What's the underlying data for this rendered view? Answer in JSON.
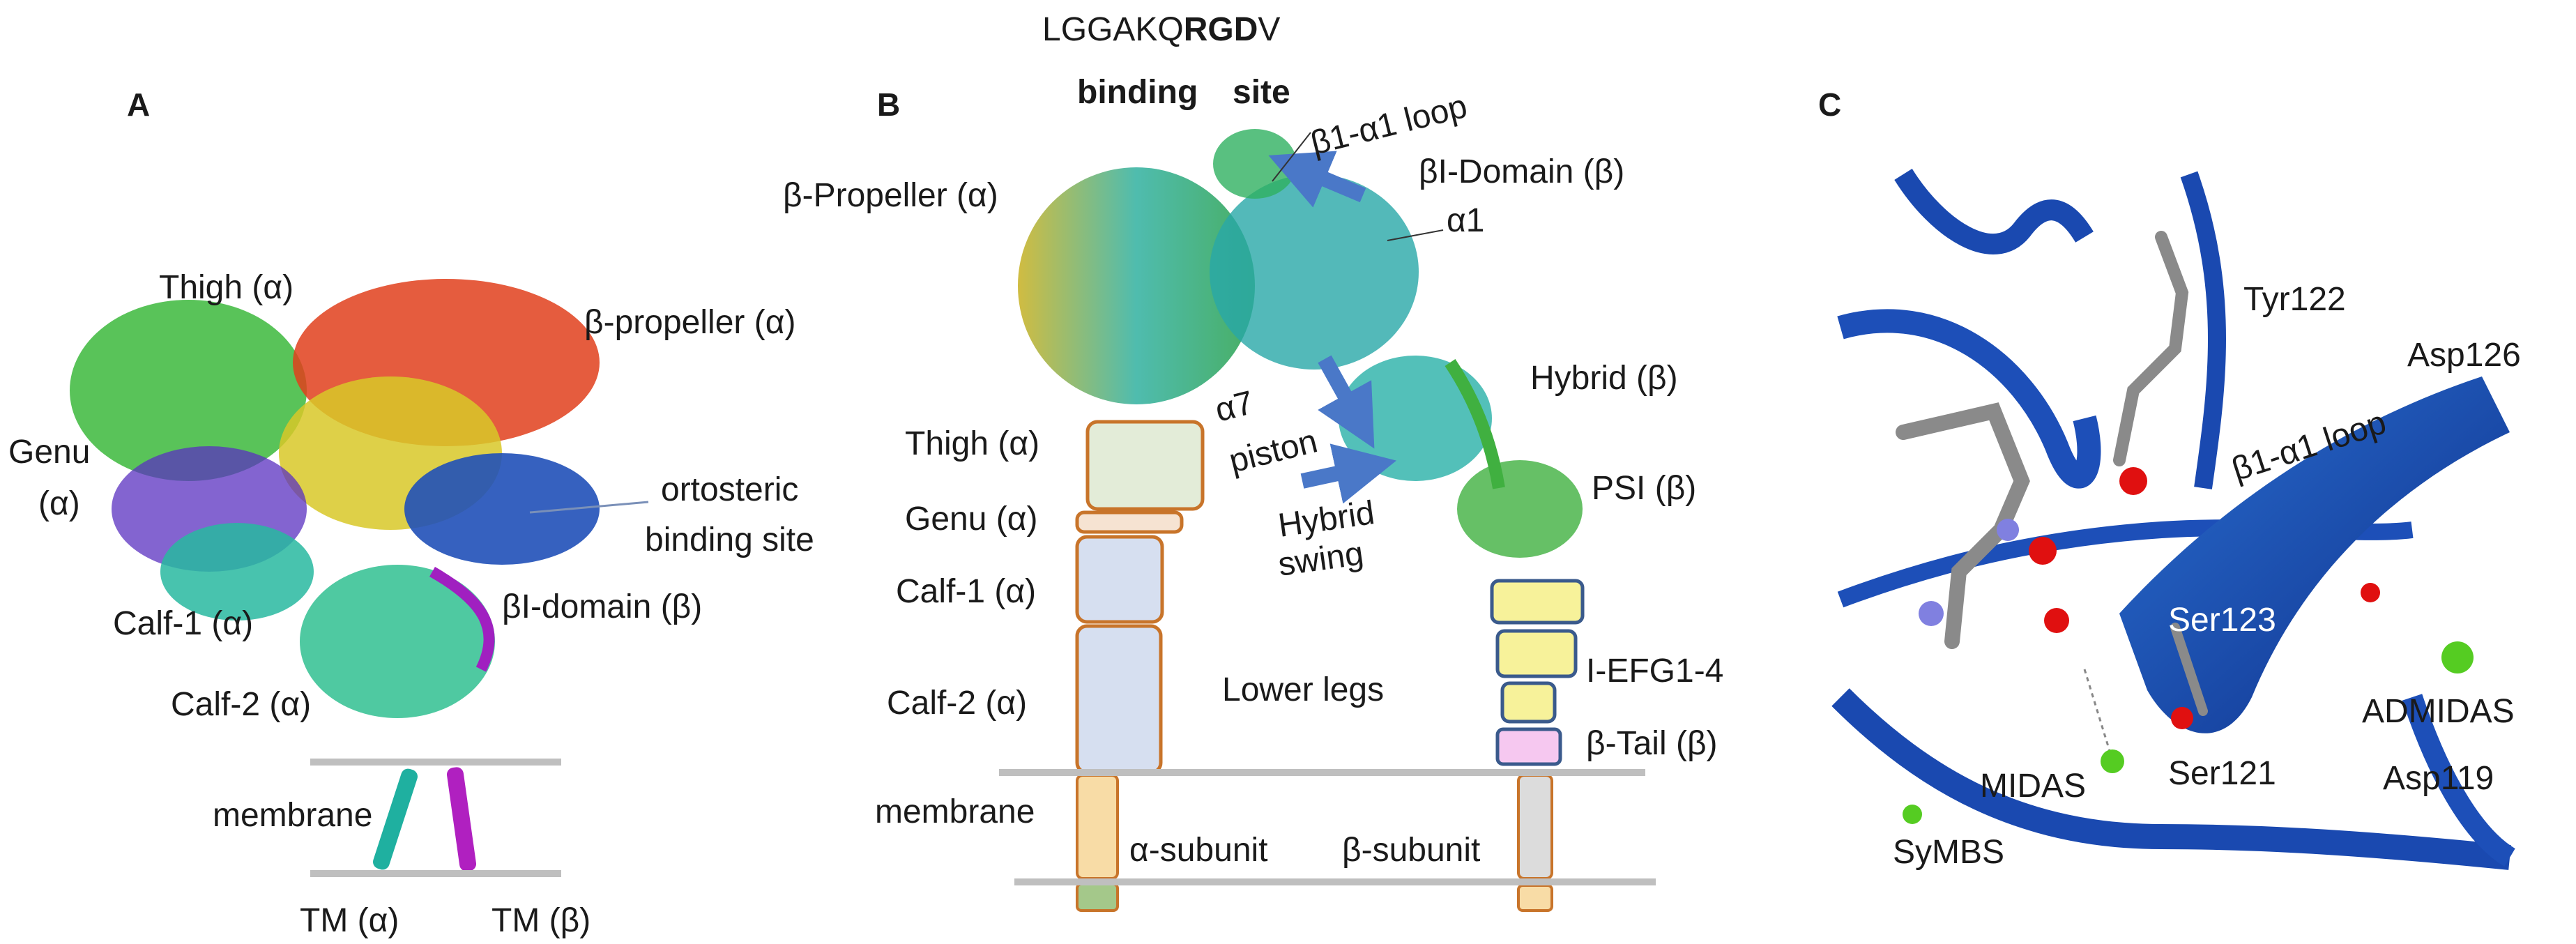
{
  "panel_a": {
    "letter": "A",
    "labels": {
      "thigh": "Thigh (α)",
      "beta_propeller": "β-propeller (α)",
      "genu_line1": "Genu",
      "genu_line2": "(α)",
      "ortho_line1": "ortosteric",
      "ortho_line2": "binding site",
      "calf1": "Calf-1 (α)",
      "bi_domain": "βI-domain (β)",
      "calf2": "Calf-2 (α)",
      "membrane": "membrane",
      "tm_alpha": "TM (α)",
      "tm_beta": "TM (β)"
    }
  },
  "panel_b": {
    "letter": "B",
    "labels": {
      "peptide_plain": "LGGAKQ",
      "peptide_bold": "RGD",
      "peptide_end": "V",
      "binding": "binding",
      "site": "site",
      "loop": "β1-α1 loop",
      "beta_propeller": "β-Propeller (α)",
      "bi_domain": "βI-Domain (β)",
      "alpha1": "α1",
      "hybrid": "Hybrid (β)",
      "alpha7": "α7",
      "piston": "piston",
      "psi": "PSI (β)",
      "hybrid_line1": "Hybrid",
      "hybrid_line2": "swing",
      "thigh": "Thigh (α)",
      "genu": "Genu (α)",
      "calf1": "Calf-1 (α)",
      "calf2": "Calf-2 (α)",
      "lower_legs": "Lower legs",
      "iegf": "I-EFG1-4",
      "beta_tail": "β-Tail (β)",
      "membrane": "membrane",
      "alpha_subunit": "α-subunit",
      "beta_subunit": "β-subunit"
    }
  },
  "panel_c": {
    "letter": "C",
    "labels": {
      "tyr122": "Tyr122",
      "asp126": "Asp126",
      "loop": "β1-α1 loop",
      "ser123": "Ser123",
      "admidas": "ADMIDAS",
      "midas": "MIDAS",
      "ser121": "Ser121",
      "asp119": "Asp119",
      "symbs": "SyMBS"
    }
  },
  "colors": {
    "thigh_box": "#e3ecd8",
    "alpha_box_border": "#c8742a",
    "calf_box": "#d6dff0",
    "genu_box": "#f6e3d2",
    "iegf_box": "#f7f29a",
    "iegf_border": "#3a5a8c",
    "tail_box": "#f6c8f0",
    "tm_alpha_box": "#f8dca6",
    "tm_beta_box": "#dcdcdc",
    "arrow": "#4a78c8",
    "ribbon": "#1d4fb8",
    "membrane_line": "#bfbfbf"
  }
}
